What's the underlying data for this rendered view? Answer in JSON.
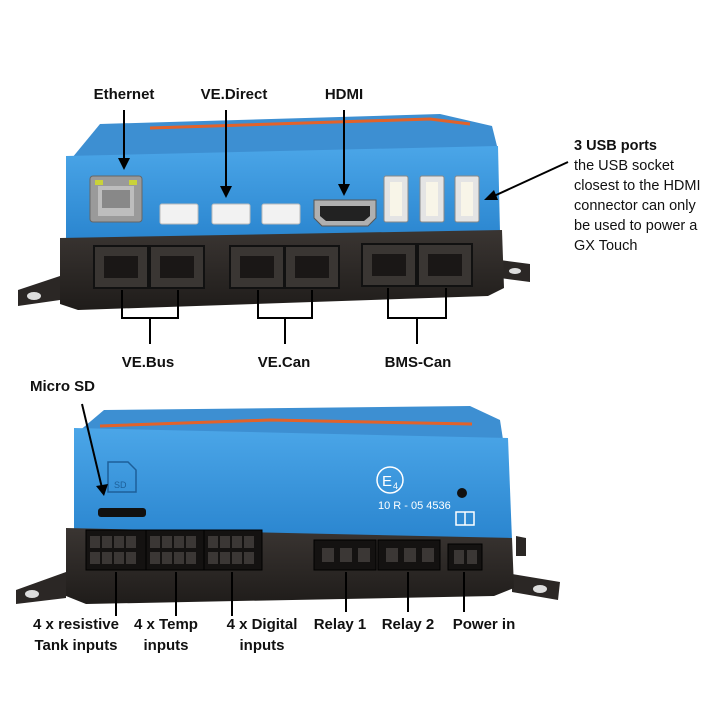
{
  "top_labels": {
    "ethernet": "Ethernet",
    "vedirect": "VE.Direct",
    "hdmi": "HDMI",
    "vebus": "VE.Bus",
    "vecan": "VE.Can",
    "bmscan": "BMS-Can"
  },
  "usb_note": {
    "title": "3 USB ports",
    "lines": [
      "the USB socket",
      "closest to the HDMI",
      "connector can only",
      "be used to power a",
      "GX Touch"
    ]
  },
  "bottom_labels": {
    "microsd": "Micro SD",
    "tank": [
      "4 x resistive",
      "Tank inputs"
    ],
    "temp": [
      "4 x Temp",
      "inputs"
    ],
    "digital": [
      "4 x Digital",
      "inputs"
    ],
    "relay1": "Relay 1",
    "relay2": "Relay 2",
    "power": "Power in"
  },
  "device_marks": {
    "sd_slot": "SD",
    "e_mark": "E",
    "e_mark_sub": "4",
    "approval": "10 R - 05 4536"
  },
  "colors": {
    "body_blue": "#2f8fd6",
    "base_dark": "#2c2826",
    "accent_orange": "#e2622a"
  }
}
